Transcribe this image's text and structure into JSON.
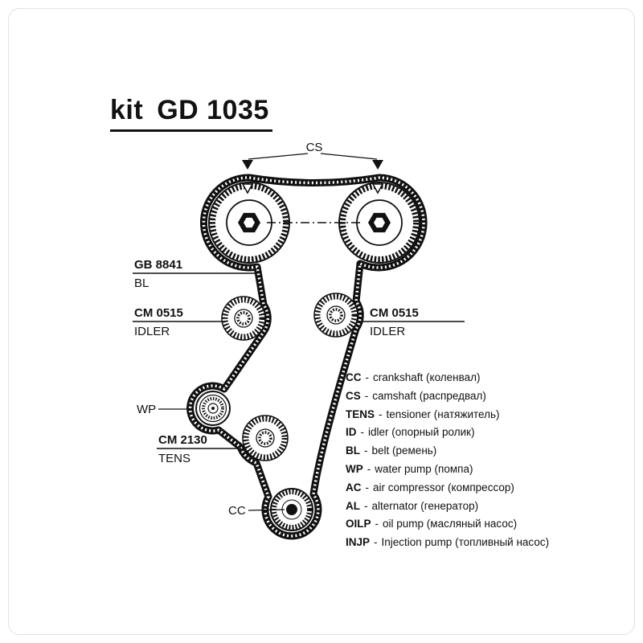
{
  "title": {
    "prefix": "kit",
    "code": "GD 1035"
  },
  "diagram": {
    "cs": "CS",
    "belt": {
      "code": "GB 8841",
      "abbr": "BL"
    },
    "idler_left": {
      "code": "CM 0515",
      "abbr": "IDLER"
    },
    "idler_right": {
      "code": "CM 0515",
      "abbr": "IDLER"
    },
    "water_pump": {
      "abbr": "WP"
    },
    "tensioner": {
      "code": "CM 2130",
      "abbr": "TENS"
    },
    "crankshaft": {
      "abbr": "CC"
    }
  },
  "legend": {
    "separator": "-",
    "items": [
      {
        "abbr": "CC",
        "text": "crankshaft (коленвал)"
      },
      {
        "abbr": "CS",
        "text": "camshaft (распредвал)"
      },
      {
        "abbr": "TENS",
        "text": "tensioner (натяжитель)"
      },
      {
        "abbr": "ID",
        "text": "idler (опорный ролик)"
      },
      {
        "abbr": "BL",
        "text": "belt (ремень)"
      },
      {
        "abbr": "WP",
        "text": "water pump (помпа)"
      },
      {
        "abbr": "AC",
        "text": "air compressor (компрессор)"
      },
      {
        "abbr": "AL",
        "text": "alternator (генератор)"
      },
      {
        "abbr": "OILP",
        "text": "oil pump (масляный насос)"
      },
      {
        "abbr": "INJP",
        "text": "Injection pump (топливный насос)"
      }
    ]
  }
}
